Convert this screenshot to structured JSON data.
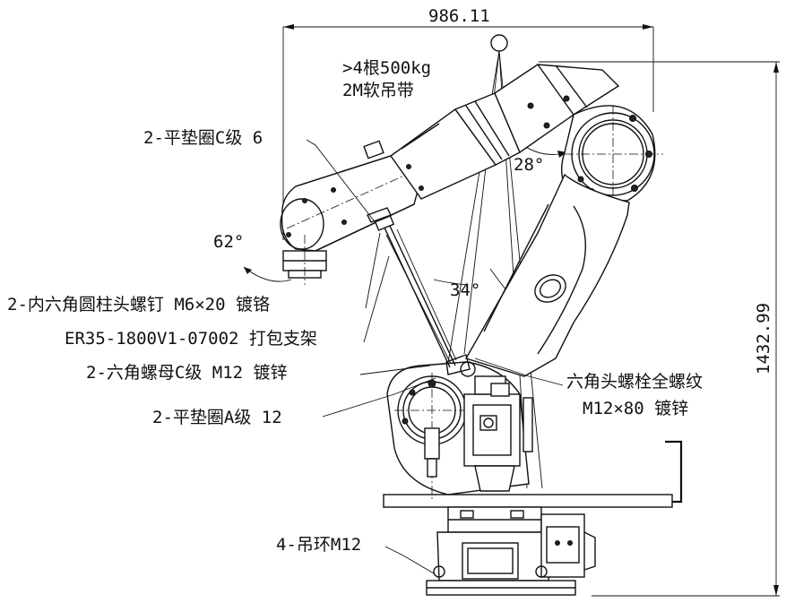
{
  "dimensions": {
    "width": "986.11",
    "height": "1432.99"
  },
  "angles": {
    "a62": "62°",
    "a28": "28°",
    "a34": "34°"
  },
  "labels": {
    "sling_line1": ">4根500kg",
    "sling_line2": "2M软吊带",
    "washer_c": "2-平垫圈C级 6",
    "socket_screw": "2-内六角圆柱头螺钉 M6×20 镀铬",
    "bracket": "ER35-1800V1-07002 打包支架",
    "nut": "2-六角螺母C级 M12  镀锌",
    "washer_a": "2-平垫圈A级 12",
    "hex_bolt_line1": "六角头螺栓全螺纹",
    "hex_bolt_line2": "M12×80  镀锌",
    "eyebolt": "4-吊环M12"
  }
}
